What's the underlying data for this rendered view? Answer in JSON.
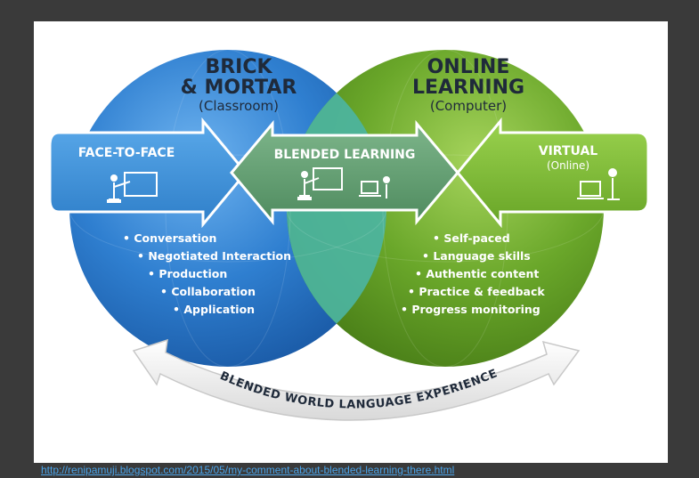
{
  "diagram": {
    "left_circle": {
      "title_line1": "BRICK",
      "title_line2": "& MORTAR",
      "subtitle": "(Classroom)",
      "bullets": [
        "• Conversation",
        "• Negotiated Interaction",
        "• Production",
        "• Collaboration",
        "• Application"
      ]
    },
    "right_circle": {
      "title_line1": "ONLINE",
      "title_line2": "LEARNING",
      "subtitle": "(Computer)",
      "bullets": [
        "• Self-paced",
        "• Language skills",
        "• Authentic content",
        "• Practice & feedback",
        "• Progress monitoring"
      ]
    },
    "arrows": {
      "left_label": "FACE-TO-FACE",
      "center_label": "BLENDED LEARNING",
      "right_label": "VIRTUAL",
      "right_sublabel": "(Online)"
    },
    "bottom_arrow_label": "BLENDED WORLD LANGUAGE EXPERIENCE",
    "colors": {
      "left_circle": "#2f7fd0",
      "right_circle": "#6aa72a",
      "overlap": "#4bb5a3",
      "arrow_blue": "#3a8fd8",
      "arrow_green": "#5b9a6a",
      "arrow_lime": "#7cbf33"
    },
    "icons": [
      "teacher-board-icon",
      "teacher-laptop-icon",
      "laptop-user-icon"
    ]
  },
  "caption": "http://renipamuji.blogspot.com/2015/05/my-comment-about-blended-learning-there.html"
}
